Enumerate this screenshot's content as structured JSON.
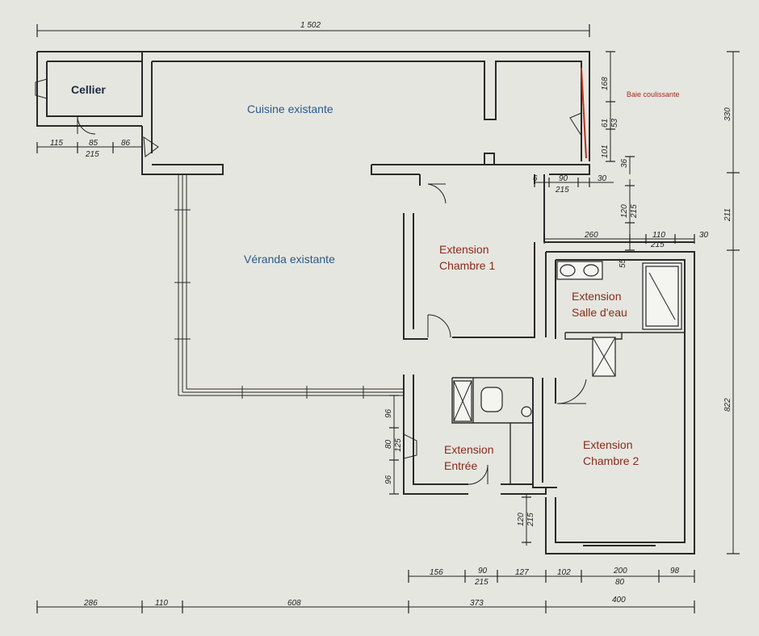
{
  "rooms": {
    "cellier": "Cellier",
    "cuisine": "Cuisine existante",
    "veranda": "Véranda existante",
    "chambre1_a": "Extension",
    "chambre1_b": "Chambre 1",
    "salle_a": "Extension",
    "salle_b": "Salle d'eau",
    "entree_a": "Extension",
    "entree_b": "Entrée",
    "chambre2_a": "Extension",
    "chambre2_b": "Chambre 2"
  },
  "notes": {
    "baie": "Baie coulissante"
  },
  "dimensions": {
    "top_total": "1 502",
    "cellier_left": "115",
    "cellier_door": "85",
    "cellier_door_h": "215",
    "cellier_right": "86",
    "right_168": "168",
    "right_61": "61",
    "right_53": "53",
    "right_101": "101",
    "right_36": "36",
    "right_330": "330",
    "right_211": "211",
    "right_822": "822",
    "mid_6": "6",
    "mid_90": "90",
    "mid_215a": "215",
    "mid_30a": "30",
    "mid_120": "120",
    "mid_215b": "215",
    "mid_260": "260",
    "mid_110": "110",
    "mid_215c": "215",
    "mid_30b": "30",
    "mid_55": "55",
    "entry_96a": "96",
    "entry_80": "80",
    "entry_125": "125",
    "entry_96b": "96",
    "ch2_120": "120",
    "ch2_215": "215",
    "b1_156": "156",
    "b1_90": "90",
    "b1_215": "215",
    "b1_127": "127",
    "b1_102": "102",
    "b1_200": "200",
    "b1_80": "80",
    "b1_98": "98",
    "b2_286": "286",
    "b2_110": "110",
    "b2_608": "608",
    "b2_373": "373",
    "b2_400": "400"
  },
  "colors": {
    "background": "#e6e6e0",
    "walls": "#2a2a2a",
    "existing_labels": "#2a5a8a",
    "extension_labels": "#8a2a1a",
    "sliding_bay": "#c03020"
  }
}
